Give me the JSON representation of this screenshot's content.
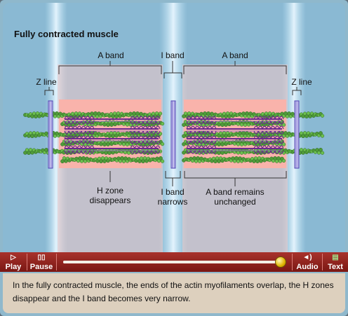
{
  "title": "Fully contracted muscle",
  "labels": {
    "a_band_left": "A band",
    "i_band_top": "I band",
    "a_band_right": "A band",
    "z_line_left": "Z line",
    "z_line_right": "Z line",
    "h_zone_line1": "H zone",
    "h_zone_line2": "disappears",
    "i_band_bottom_line1": "I band",
    "i_band_bottom_line2": "narrows",
    "a_band_bottom_line1": "A band remains",
    "a_band_bottom_line2": "unchanged"
  },
  "controls": {
    "play": "Play",
    "pause": "Pause",
    "audio": "Audio",
    "text": "Text",
    "progress": 0.98
  },
  "caption": "In the fully contracted muscle, the ends of the actin myofilaments overlap, the H zones disappear and the I band becomes very narrow.",
  "colors": {
    "background": "#8ab9d3",
    "a_band_highlight": "#f7c1bb",
    "actin": "#4f9a3a",
    "myosin": "#6b2a8f",
    "z_line": "#4a3fb0",
    "control_bar": "#8a1e18",
    "caption_bg": "#ddd0be"
  }
}
